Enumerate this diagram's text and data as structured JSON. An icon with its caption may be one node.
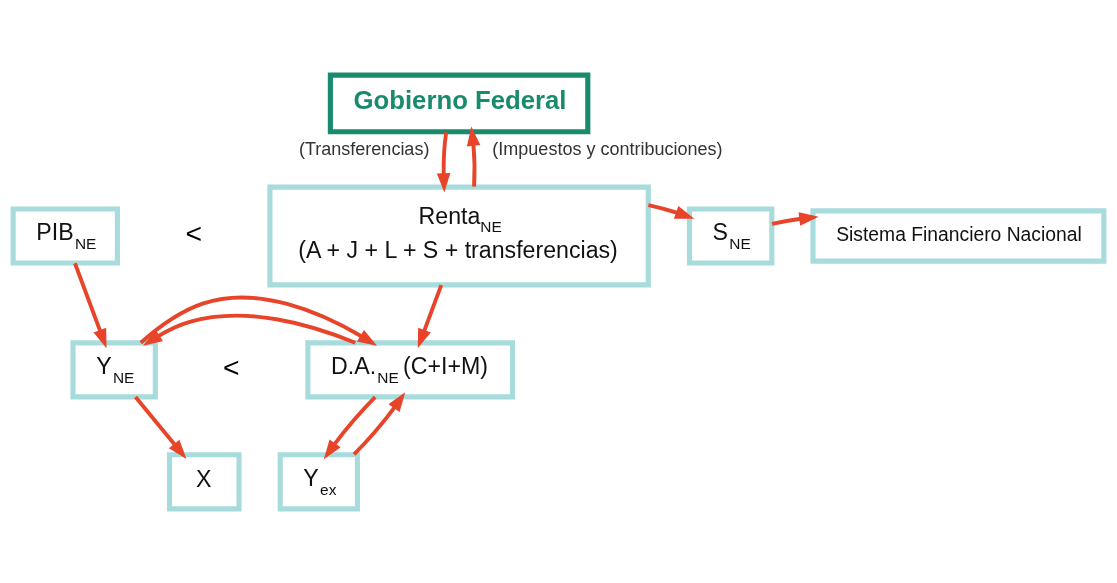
{
  "diagram": {
    "nodes": [
      {
        "text": [
          "Gobierno Federal"
        ]
      },
      {
        "text": [
          "PIB$_{NE}$"
        ]
      },
      {
        "text": [
          "Renta$_{NE}$",
          "(A + J + L + S + transferencias)"
        ]
      },
      {
        "text": [
          "S$_{NE}$"
        ]
      },
      {
        "text": [
          "Sistema Financiero Nacional"
        ]
      },
      {
        "text": [
          "Y$_{NE}$"
        ]
      },
      {
        "text": [
          "D.A.$_{NE}$ (C+I+M)"
        ]
      },
      {
        "text": [
          "X"
        ]
      },
      {
        "text": [
          "Y$_{ex}$"
        ]
      }
    ],
    "edges": [
      {
        "from": 0,
        "to": 2,
        "arrow": "to",
        "label": "(Transferencias)"
      },
      {
        "from": 2,
        "to": 0,
        "arrow": "to",
        "label": "(Impuestos y contribuciones)"
      },
      {
        "from": 2,
        "to": 3,
        "arrow": "to"
      },
      {
        "from": 3,
        "to": 4,
        "arrow": "to"
      },
      {
        "from": 1,
        "to": 5,
        "arrow": "to"
      },
      {
        "from": 2,
        "to": 6,
        "arrow": "to"
      },
      {
        "from": 6,
        "to": 5,
        "arrow": "to"
      },
      {
        "from": 5,
        "to": 6,
        "arrow": "to"
      },
      {
        "from": 5,
        "to": 7,
        "arrow": "to"
      },
      {
        "from": 8,
        "to": 6,
        "arrow": "to"
      },
      {
        "from": 6,
        "to": 8,
        "arrow": "to"
      }
    ],
    "labels": [
      "<",
      "<"
    ]
  }
}
